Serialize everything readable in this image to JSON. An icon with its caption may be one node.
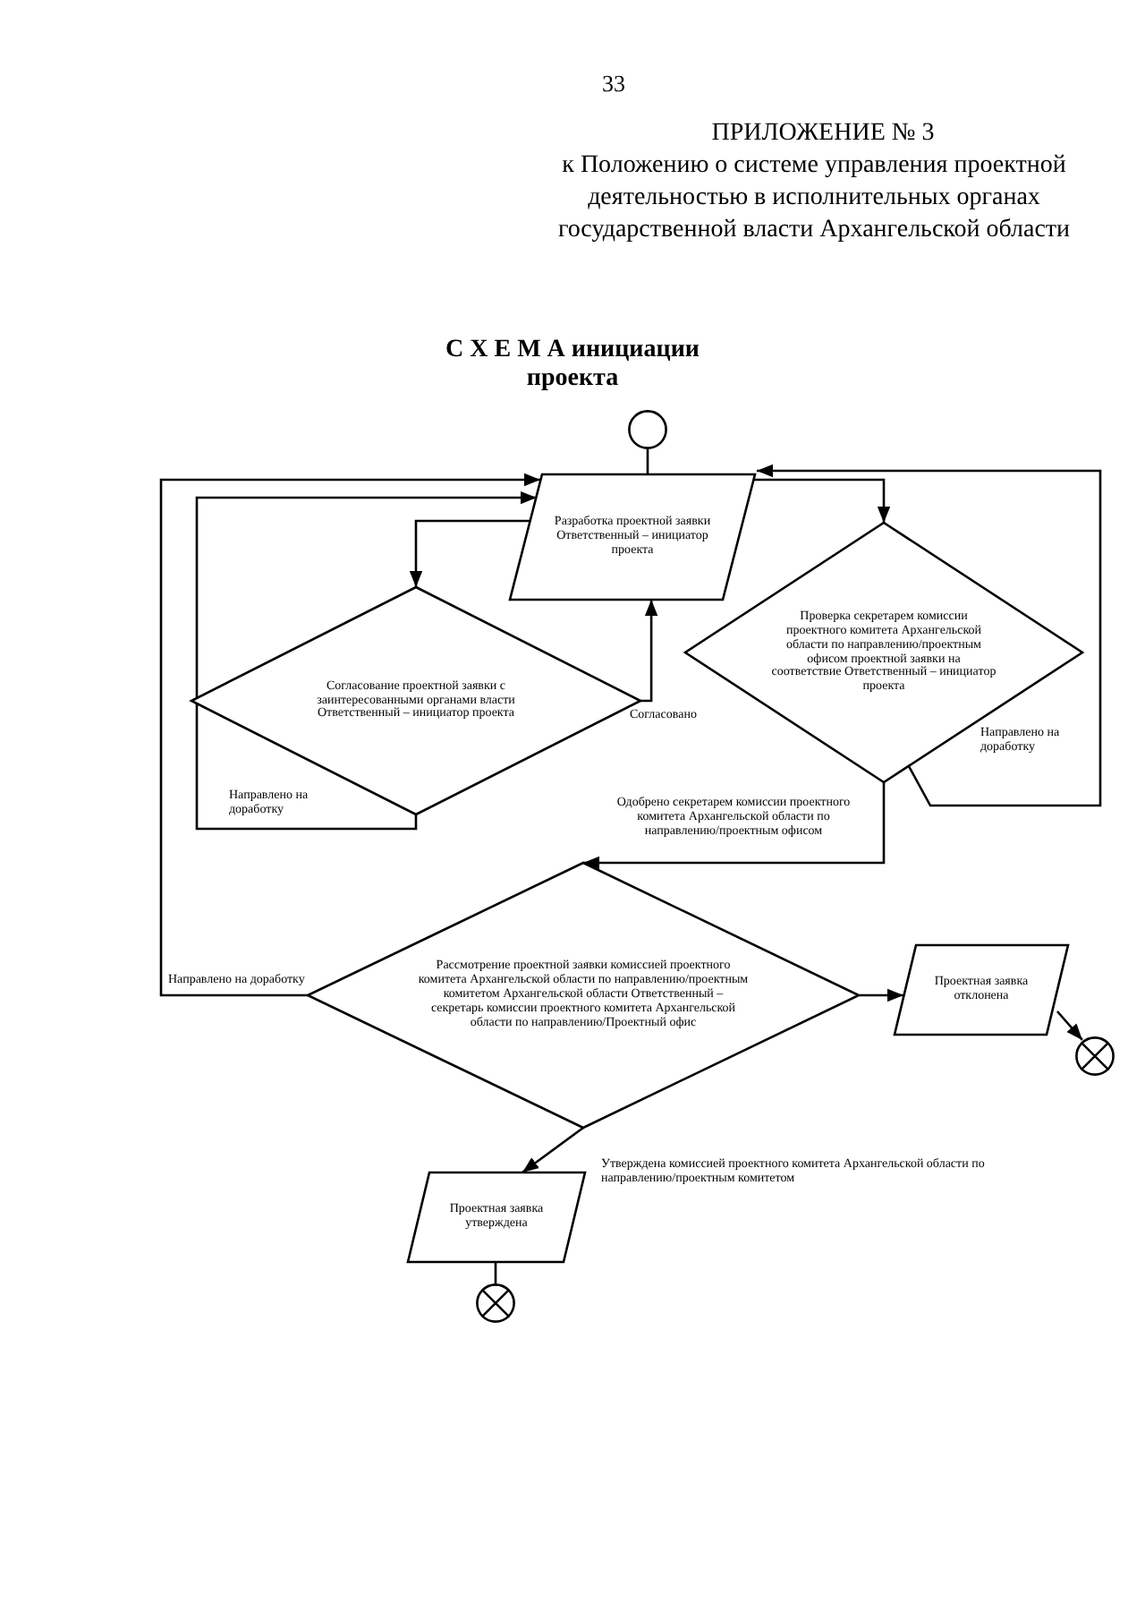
{
  "diagram": {
    "title": "С Х Е М А инициации проекта",
    "nodes": [
      {
        "text": [],
        "shape": "circle"
      },
      {
        "text": [
          "Разработка проектной заявки Ответственный – инициатор проекта"
        ]
      },
      {
        "text": [
          "Согласование проектной заявки с заинтересованными органами власти Ответственный – инициатор проекта"
        ]
      },
      {
        "text": [
          "Проверка секретарем комиссии проектного комитета Архангельской области по направлению/проектным офисом проектной заявки на соответствие Ответственный – инициатор проекта"
        ]
      },
      {
        "text": [
          "Рассмотрение проектной заявки комиссией проектного комитета Архангельской области по направлению/проектным комитетом Архангельской области Ответственный – секретарь комиссии проектного комитета Архангельской области по направлению/Проектный офис"
        ]
      },
      {
        "text": [
          "Проектная заявка отклонена"
        ]
      },
      {
        "text": [],
        "shape": "circle"
      },
      {
        "text": [
          "Проектная заявка утверждена"
        ]
      },
      {
        "text": [],
        "shape": "circle"
      }
    ],
    "edges": [
      {
        "from": 0,
        "to": 1,
        "arrow": "none"
      },
      {
        "from": 1,
        "to": 2,
        "arrow": "to"
      },
      {
        "from": 2,
        "to": 1,
        "arrow": "to",
        "label": "Согласовано"
      },
      {
        "from": 2,
        "to": 1,
        "arrow": "to",
        "label": "Направлено на доработку"
      },
      {
        "from": 1,
        "to": 3,
        "arrow": "to"
      },
      {
        "from": 3,
        "to": 1,
        "arrow": "to",
        "label": "Направлено на доработку"
      },
      {
        "from": 3,
        "to": 4,
        "arrow": "to",
        "label": "Одобрено секретарем комиссии проектного комитета Архангельской области по направлению/проектным офисом"
      },
      {
        "from": 4,
        "to": 1,
        "arrow": "to",
        "label": "Направлено на доработку"
      },
      {
        "from": 4,
        "to": 5,
        "arrow": "to"
      },
      {
        "from": 5,
        "to": 6,
        "arrow": "to"
      },
      {
        "from": 4,
        "to": 7,
        "arrow": "to",
        "label": "Утверждена комиссией проектного комитета Архангельской области по направлению/проектным комитетом"
      },
      {
        "from": 7,
        "to": 8,
        "arrow": "none"
      }
    ],
    "labels": [
      "33",
      "ПРИЛОЖЕНИЕ № 3",
      "к Положению о системе управления проектной деятельностью в исполнительных органах государственной власти Архангельской области"
    ]
  }
}
